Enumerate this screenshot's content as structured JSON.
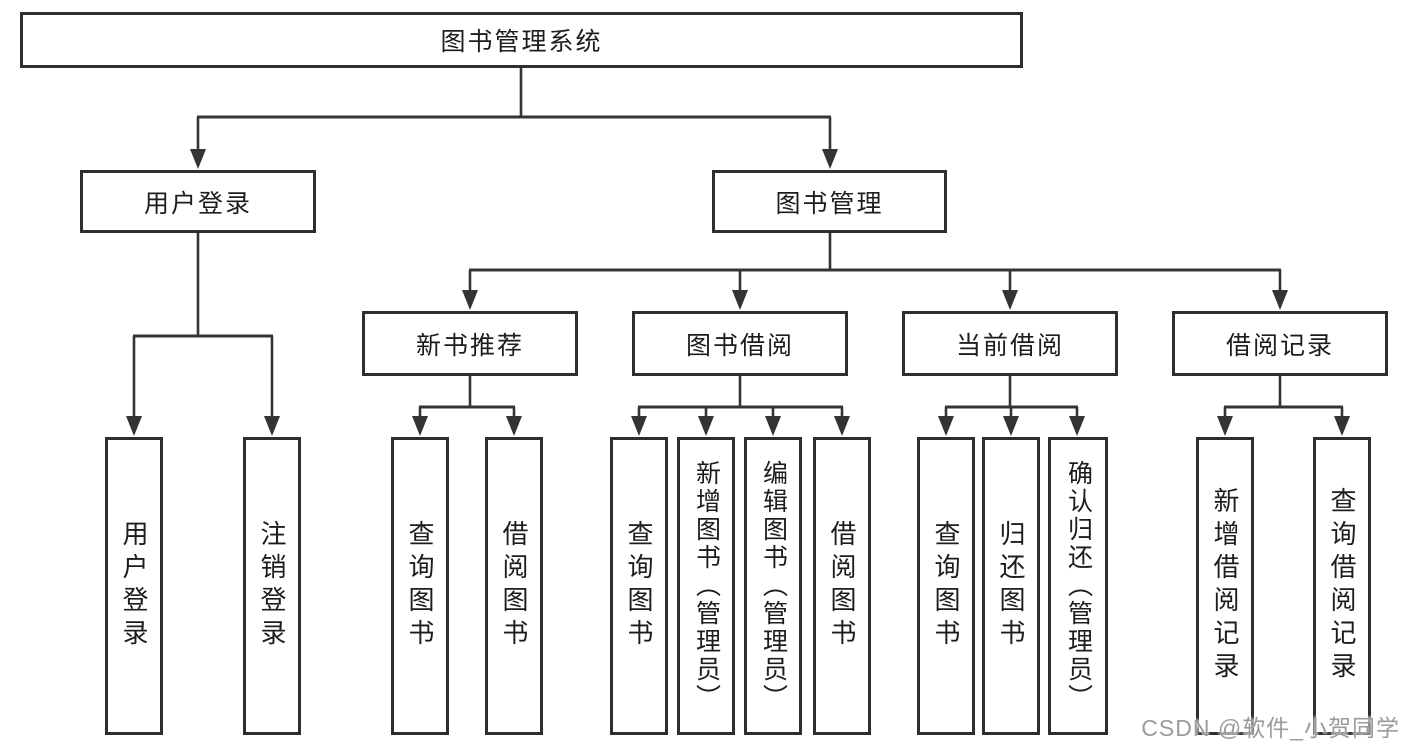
{
  "tree": {
    "root": {
      "label": "图书管理系统"
    },
    "branches": [
      {
        "label": "用户登录",
        "children": [
          {
            "label": "用户登录"
          },
          {
            "label": "注销登录"
          }
        ]
      },
      {
        "label": "图书管理",
        "children": [
          {
            "label": "新书推荐",
            "children": [
              {
                "label": "查询图书"
              },
              {
                "label": "借阅图书"
              }
            ]
          },
          {
            "label": "图书借阅",
            "children": [
              {
                "label": "查询图书"
              },
              {
                "label": "新增图书（管理员）"
              },
              {
                "label": "编辑图书（管理员）"
              },
              {
                "label": "借阅图书"
              }
            ]
          },
          {
            "label": "当前借阅",
            "children": [
              {
                "label": "查询图书"
              },
              {
                "label": "归还图书"
              },
              {
                "label": "确认归还（管理员）"
              }
            ]
          },
          {
            "label": "借阅记录",
            "children": [
              {
                "label": "新增借阅记录"
              },
              {
                "label": "查询借阅记录"
              }
            ]
          }
        ]
      }
    ]
  },
  "watermark": {
    "text": "CSDN @软件_小贺同学"
  },
  "colors": {
    "line": "#343434",
    "box_border": "#2e2e2e",
    "text": "#1d1d1f",
    "watermark": "#9b9b9b",
    "background": "#ffffff"
  }
}
